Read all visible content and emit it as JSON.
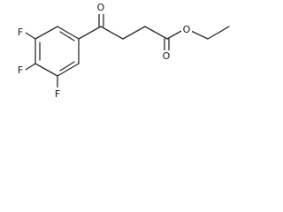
{
  "molecule": {
    "atoms": {
      "f_top": "F",
      "f_mid": "F",
      "f_bottom": "F",
      "o_ketone": "O",
      "o_carbonyl_ester": "O",
      "o_ether": "O"
    }
  }
}
